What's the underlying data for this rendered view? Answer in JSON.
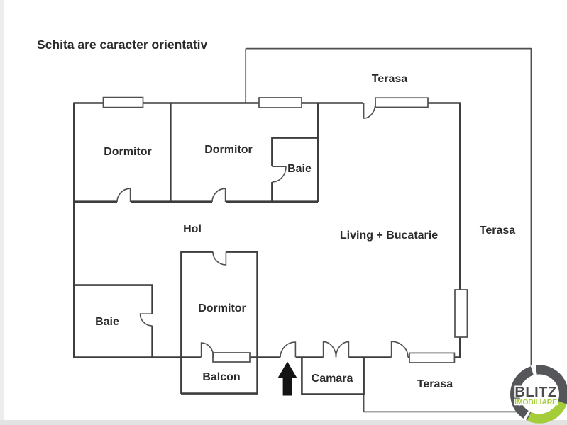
{
  "labels": {
    "title": "Schita are caracter orientativ",
    "dormitor_1": "Dormitor",
    "dormitor_2": "Dormitor",
    "baie_top": "Baie",
    "hol": "Hol",
    "living": "Living + Bucatarie",
    "terasa_top": "Terasa",
    "terasa_right": "Terasa",
    "terasa_bottom": "Terasa",
    "baie_bottom": "Baie",
    "dormitor_3": "Dormitor",
    "balcon": "Balcon",
    "camara": "Camara"
  },
  "watermark": {
    "brand": "BLITZ",
    "tagline": "IMOBILIARE"
  },
  "icons": {
    "entrance_arrow": "up-arrow-entrance-marker"
  },
  "colors": {
    "wall": "#3d3d3d",
    "thin_line": "#4f4f4f",
    "text": "#2b2b2b",
    "arrow": "#141414",
    "logo_gray": "#55565a",
    "logo_green": "#a4cd39"
  }
}
